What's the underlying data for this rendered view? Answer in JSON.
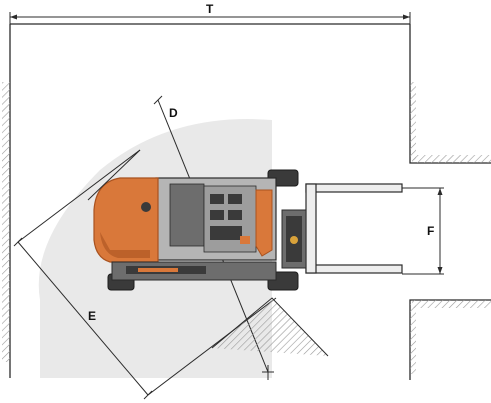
{
  "diagram": {
    "labels": {
      "T": "T",
      "D": "D",
      "E": "E",
      "F": "F"
    },
    "colors": {
      "line": "#2b2b2b",
      "swept_area": "#e9e9e9",
      "hatch": "#9a9a9a",
      "body_orange": "#d9783a",
      "body_orange_dark": "#a9521f",
      "chassis_dark": "#3a3a3a",
      "chassis_mid": "#6d6d6d",
      "chassis_light": "#b5b5b5",
      "fork_fill": "#eeeeee"
    }
  }
}
